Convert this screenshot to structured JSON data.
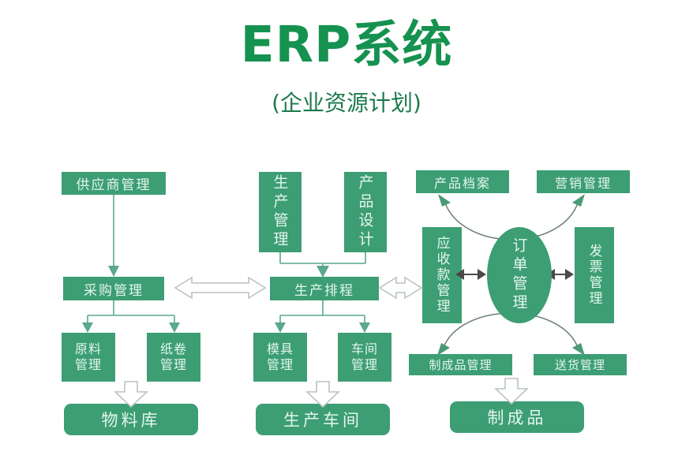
{
  "header": {
    "title": "ERP系统",
    "subtitle": "(企业资源计划)",
    "title_color": "#15924f",
    "subtitle_color": "#1c7a4c"
  },
  "theme": {
    "box_fill": "#3d9e74",
    "box_text": "#e4f6ec",
    "connector": "#5aa98a",
    "curve": "#6b7f76",
    "hollow_arrow_fill": "#ffffff",
    "hollow_arrow_stroke": "#b9c4c0"
  },
  "diagram": {
    "type": "flow-diagram",
    "columns": [
      {
        "name": "procurement-column",
        "nodes": [
          "供应商管理",
          "采购管理",
          "原料管理",
          "纸卷管理",
          "物料库"
        ]
      },
      {
        "name": "production-column",
        "nodes": [
          "生产管理",
          "产品设计",
          "生产排程",
          "模具管理",
          "车间管理",
          "生产车间"
        ]
      },
      {
        "name": "order-column",
        "nodes": [
          "产品档案",
          "营销管理",
          "应收款管理",
          "订单管理",
          "发票管理",
          "制成品管理",
          "送货管理",
          "制成品"
        ]
      }
    ],
    "nodes": {
      "supplier_mgmt": "供应商管理",
      "purchase_mgmt": "采购管理",
      "raw_material_mgmt": "原料\n管理",
      "paper_roll_mgmt": "纸卷\n管理",
      "material_warehouse": "物料库",
      "production_mgmt": "生产管理",
      "product_design": "产品设计",
      "production_schedule": "生产排程",
      "mold_mgmt": "模具\n管理",
      "workshop_mgmt": "车间\n管理",
      "production_workshop": "生产车间",
      "product_archive": "产品档案",
      "marketing_mgmt": "营销管理",
      "receivables_mgmt": "应收款管理",
      "order_mgmt": "订单管理",
      "invoice_mgmt": "发票管理",
      "finished_goods_mgmt": "制成品管理",
      "delivery_mgmt": "送货管理",
      "finished_goods": "制成品"
    },
    "connections": [
      {
        "from": "供应商管理",
        "to": "采购管理",
        "style": "arrow-down"
      },
      {
        "from": "采购管理",
        "to": "原料管理",
        "style": "arrow-down-split"
      },
      {
        "from": "采购管理",
        "to": "纸卷管理",
        "style": "arrow-down-split"
      },
      {
        "from": "原料管理/纸卷管理",
        "to": "物料库",
        "style": "hollow-arrow-down"
      },
      {
        "from": "生产管理",
        "to": "生产排程",
        "style": "arrow-down-merge"
      },
      {
        "from": "产品设计",
        "to": "生产排程",
        "style": "arrow-down-merge"
      },
      {
        "from": "生产排程",
        "to": "模具管理",
        "style": "arrow-down-split"
      },
      {
        "from": "生产排程",
        "to": "车间管理",
        "style": "arrow-down-split"
      },
      {
        "from": "模具管理/车间管理",
        "to": "生产车间",
        "style": "hollow-arrow-down"
      },
      {
        "from": "采购管理",
        "to": "生产排程",
        "style": "hollow-double-arrow"
      },
      {
        "from": "生产排程",
        "to": "应收款管理",
        "style": "hollow-double-arrow"
      },
      {
        "from": "应收款管理",
        "to": "订单管理",
        "style": "double-arrow"
      },
      {
        "from": "订单管理",
        "to": "发票管理",
        "style": "double-arrow"
      },
      {
        "from": "订单管理",
        "to": "产品档案",
        "style": "curved-arrow-up"
      },
      {
        "from": "订单管理",
        "to": "营销管理",
        "style": "curved-arrow-up"
      },
      {
        "from": "订单管理",
        "to": "制成品管理",
        "style": "curved-arrow-down"
      },
      {
        "from": "订单管理",
        "to": "送货管理",
        "style": "curved-arrow-down"
      },
      {
        "from": "制成品管理/送货管理",
        "to": "制成品",
        "style": "hollow-arrow-down"
      }
    ]
  }
}
